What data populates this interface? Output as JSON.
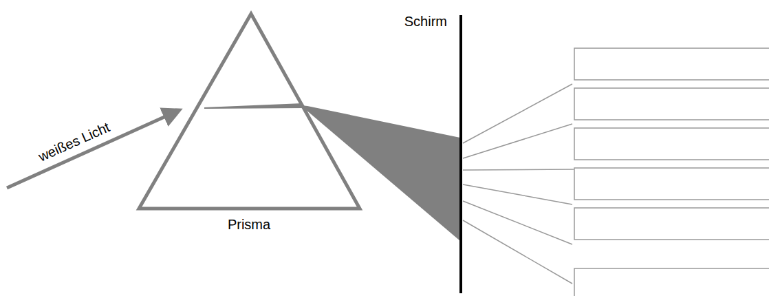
{
  "diagram": {
    "labels": [
      "Schirm",
      "weißes Licht",
      "Prisma"
    ]
  }
}
